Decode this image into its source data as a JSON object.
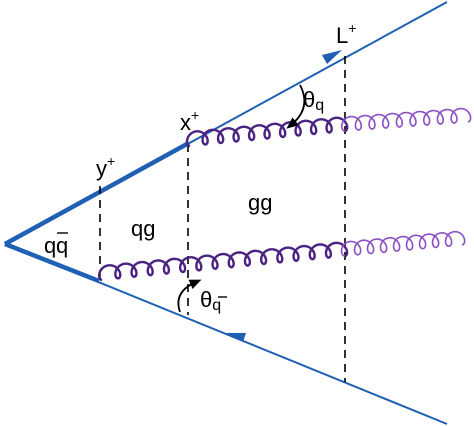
{
  "colors": {
    "quark_line": "#1f5fb4",
    "gluon": "#4a2382",
    "gluon_light": "#8a4fc4",
    "cut_line": "#000000"
  },
  "labels": {
    "L_base": "L",
    "L_sup": "+",
    "x_base": "x",
    "x_sup": "+",
    "y_base": "y",
    "y_sup": "+",
    "theta": "θ",
    "theta_q_sub": "q",
    "theta_qbar_sub": "q",
    "region_qqbar_q": "q",
    "region_qqbar_qbar": "q",
    "region_qg": "qg",
    "region_gg": "gg"
  }
}
